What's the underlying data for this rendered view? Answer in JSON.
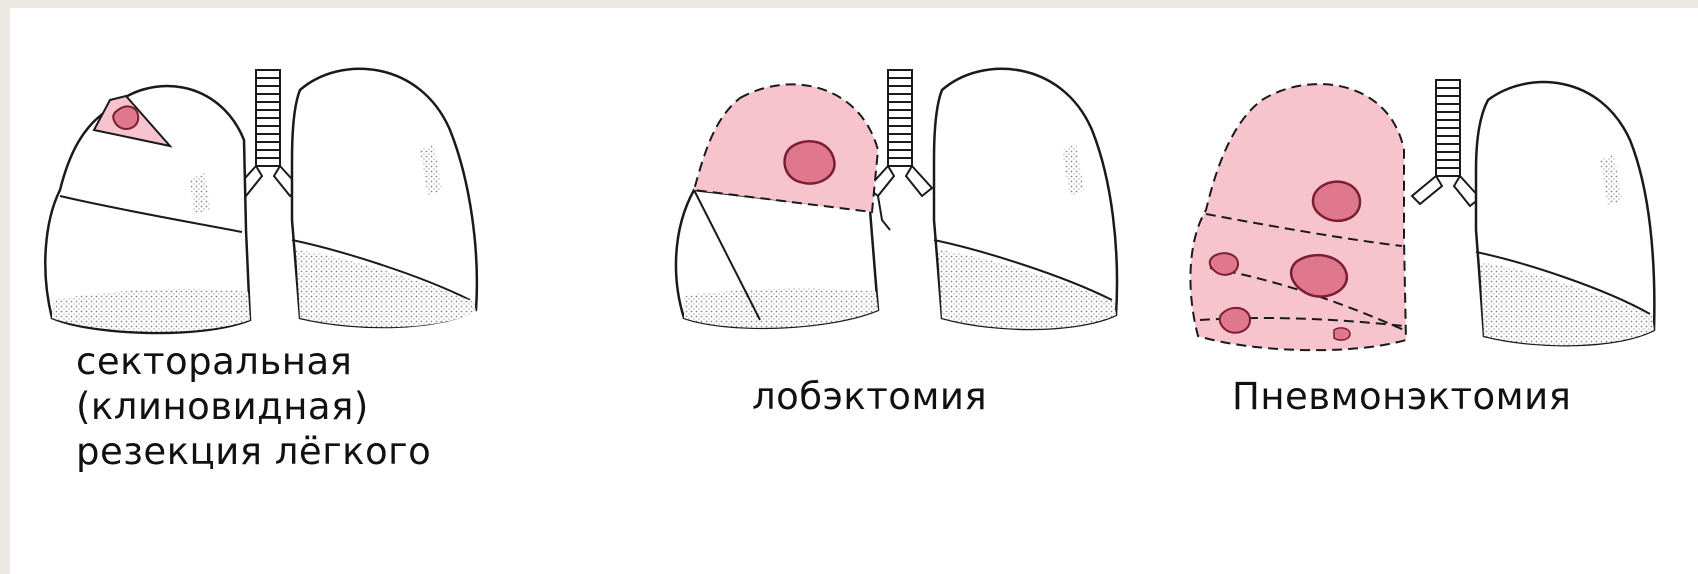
{
  "colors": {
    "background": "#ffffff",
    "outer_border": "#ece9e2",
    "resected_tissue": "#f7c4ce",
    "tumor_fill": "#e0788d",
    "tumor_outline": "#7a1f33",
    "outline": "#1a1a1a",
    "shading": "#9a9a9a"
  },
  "panels": [
    {
      "id": "wedge-resection",
      "caption_lines": [
        "секторальная",
        "(клиновидная)",
        "резекция лёгкого"
      ]
    },
    {
      "id": "lobectomy",
      "caption_lines": [
        "лобэктомия"
      ]
    },
    {
      "id": "pneumonectomy",
      "caption_lines": [
        "Пневмонэктомия"
      ]
    }
  ]
}
